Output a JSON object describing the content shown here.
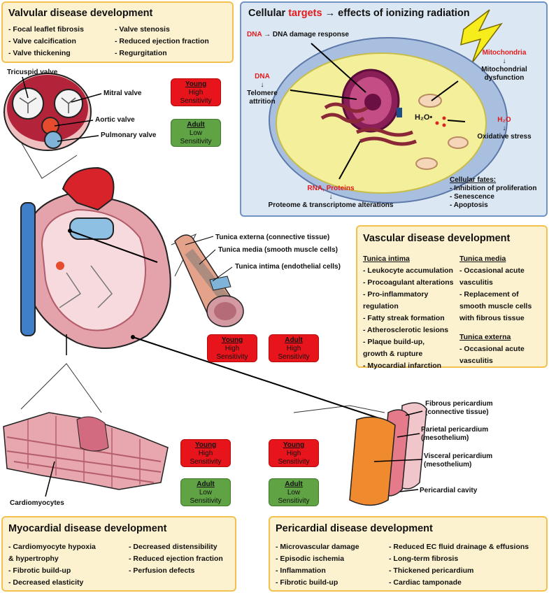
{
  "valvular": {
    "title": "Valvular disease development",
    "col1": [
      "- Focal leaflet fibrosis",
      "- Valve calcification",
      "- Valve thickening"
    ],
    "col2": [
      "- Valve stenosis",
      "- Reduced ejection fraction",
      "- Regurgitation"
    ]
  },
  "cellular": {
    "title_pre": "Cellular ",
    "title_targets": "targets",
    "title_post": " → effects of ionizing radiation",
    "dna1_red": "DNA",
    "dna1_rest": " → DNA damage response",
    "dna2_red": "DNA",
    "dna2_arrow": "↓",
    "dna2_l1": "Telomere",
    "dna2_l2": "attrition",
    "mito_red": "Mitochondria",
    "mito_arrow": "↓",
    "mito_l1": "Mitochondrial",
    "mito_l2": "dysfunction",
    "h2o_red": "H₂O",
    "h2o_arrow": "↓",
    "h2o_res": "Oxidative stress",
    "h2o_rad": "H₂O•",
    "rna_red": "RNA, Proteins",
    "rna_arrow": "↓",
    "rna_res": "Proteome & transcriptome alterations",
    "fates_title": "Cellular fates:",
    "fates": [
      "- Inhibition of proliferation",
      "- Senescence",
      "- Apoptosis"
    ]
  },
  "valves": {
    "tricuspid": "Tricuspid valve",
    "mitral": "Mitral valve",
    "aortic": "Aortic valve",
    "pulmonary": "Pulmonary valve"
  },
  "sensitivity": {
    "valve_young": {
      "group": "Young",
      "l1": "High",
      "l2": "Sensitivity"
    },
    "valve_adult": {
      "group": "Adult",
      "l1": "Low",
      "l2": "Sensitivity"
    },
    "vasc_young": {
      "group": "Young",
      "l1": "High",
      "l2": "Sensitivity"
    },
    "vasc_adult": {
      "group": "Adult",
      "l1": "High",
      "l2": "Sensitivity"
    },
    "myo_young": {
      "group": "Young",
      "l1": "High",
      "l2": "Sensitivity"
    },
    "myo_adult": {
      "group": "Adult",
      "l1": "Low",
      "l2": "Sensitivity"
    },
    "peri_young": {
      "group": "Young",
      "l1": "High",
      "l2": "Sensitivity"
    },
    "peri_adult": {
      "group": "Adult",
      "l1": "Low",
      "l2": "Sensitivity"
    }
  },
  "vessel": {
    "externa": "Tunica externa (connective tissue)",
    "media": "Tunica media (smooth muscle cells)",
    "intima": "Tunica intima (endothelial cells)"
  },
  "vascular": {
    "title": "Vascular disease development",
    "intima_title": "Tunica intima",
    "intima": [
      "- Leukocyte accumulation",
      "- Procoagulant alterations",
      "- Pro-inflammatory",
      "regulation",
      "- Fatty streak formation",
      "- Atherosclerotic lesions",
      "- Plaque build-up,",
      "growth & rupture",
      "- Myocardial infarction"
    ],
    "media_title": "Tunica media",
    "media": [
      "- Occasional acute",
      "vasculitis",
      "- Replacement of",
      "smooth muscle cells",
      "with fibrous tissue"
    ],
    "externa_title": "Tunica externa",
    "externa": [
      "- Occasional acute",
      "vasculitis"
    ]
  },
  "pericardium": {
    "fibrous_l1": "Fibrous pericardium",
    "fibrous_l2": "(connective tissue)",
    "parietal_l1": "Parietal pericardium",
    "parietal_l2": "(mesothelium)",
    "visceral_l1": "Visceral pericardium",
    "visceral_l2": "(mesothelium)",
    "cavity": "Pericardial cavity"
  },
  "cardiomyocytes": "Cardiomyocytes",
  "myocardial": {
    "title": "Myocardial disease development",
    "col1": [
      "- Cardiomyocyte hypoxia",
      "& hypertrophy",
      "- Fibrotic build-up",
      "- Decreased elasticity"
    ],
    "col2": [
      "- Decreased distensibility",
      "- Reduced ejection fraction",
      "- Perfusion defects"
    ]
  },
  "pericardial": {
    "title": "Pericardial disease development",
    "col1": [
      "- Microvascular damage",
      "- Episodic ischemia",
      "- Inflammation",
      "- Fibrotic build-up"
    ],
    "col2": [
      "- Reduced EC fluid drainage & effusions",
      "- Long-term fibrosis",
      "- Thickened pericardium",
      "- Cardiac tamponade"
    ]
  }
}
